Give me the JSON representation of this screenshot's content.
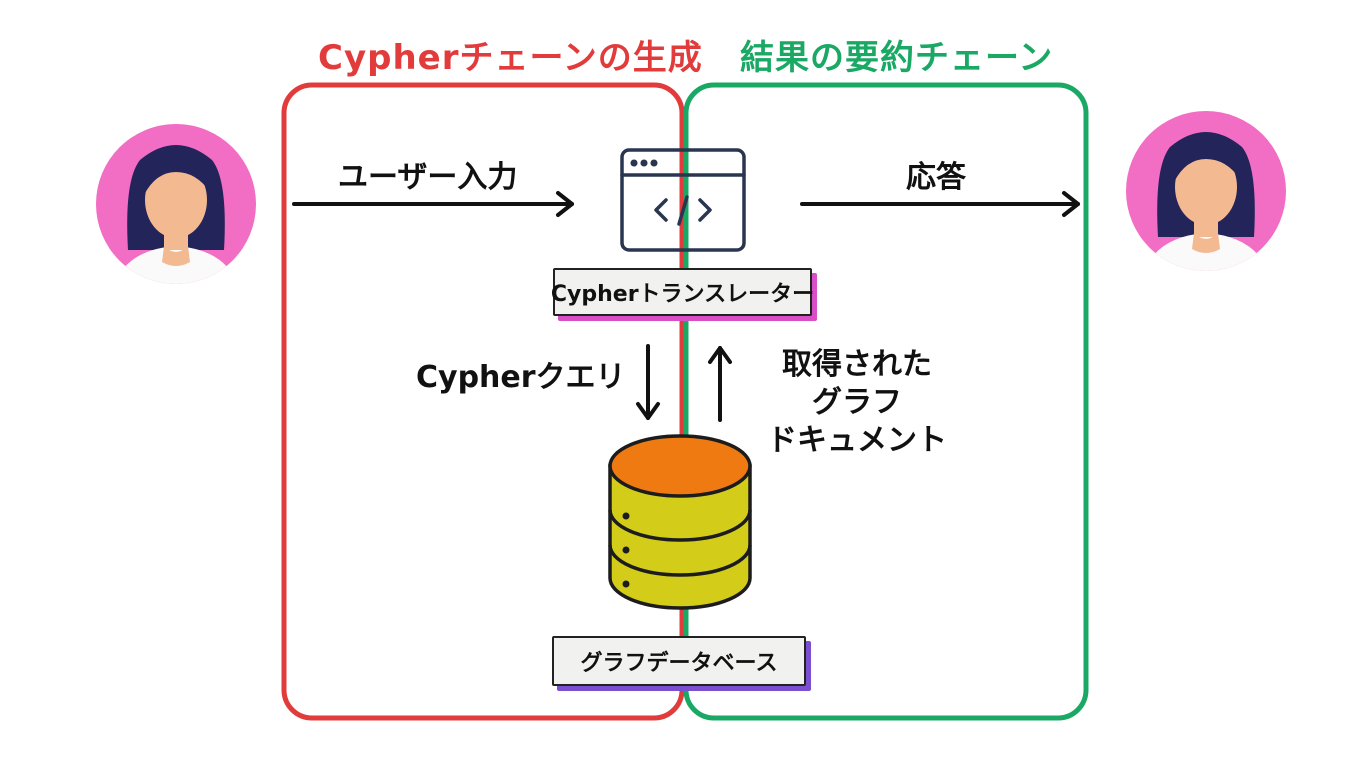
{
  "sections": {
    "left_title": "Cypherチェーンの生成",
    "right_title": "結果の要約チェーン"
  },
  "colors": {
    "left_section": "#e23b3b",
    "right_section": "#1aa865",
    "avatar_bg": "#f26dc4",
    "db_top": "#f07a12",
    "db_body": "#d3cc19"
  },
  "labels": {
    "user_input": "ユーザー入力",
    "response": "応答",
    "cypher_query": "Cypherクエリ",
    "retrieved_docs": [
      "取得された",
      "グラフ",
      "ドキュメント"
    ]
  },
  "nodes": {
    "translator_tag": "Cypherトランスレーター",
    "database_tag": "グラフデータベース"
  },
  "icons": {
    "user_left": "user-avatar-icon",
    "user_right": "user-avatar-icon",
    "translator": "code-window-icon",
    "database": "database-icon"
  }
}
